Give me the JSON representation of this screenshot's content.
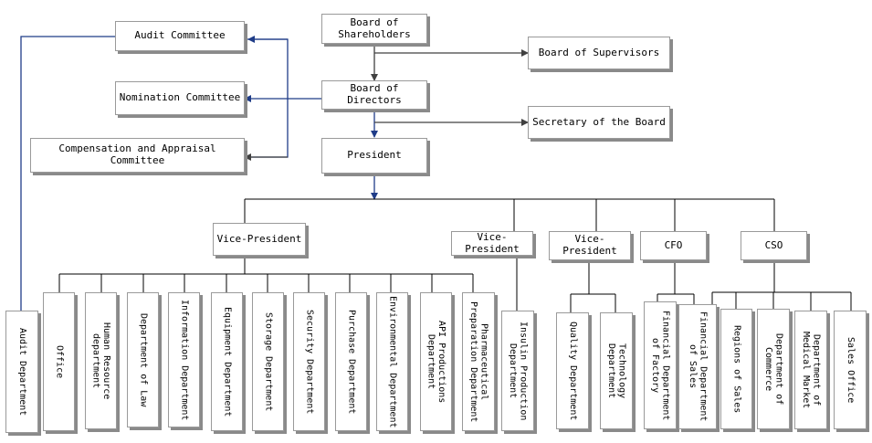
{
  "org": {
    "board_of_shareholders": "Board of Shareholders",
    "board_of_supervisors": "Board of Supervisors",
    "board_of_directors": "Board of Directors",
    "secretary_of_the_board": "Secretary of the Board",
    "president": "President",
    "audit_committee": "Audit Committee",
    "nomination_committee": "Nomination Committee",
    "compensation_committee": "Compensation and Appraisal Committee",
    "audit_department": "Audit Department",
    "vice_president_1": "Vice-President",
    "vice_president_2": "Vice-President",
    "vice_president_3": "Vice-President",
    "cfo": "CFO",
    "cso": "CSO",
    "vp1_departments": [
      "Office",
      "Human Resource department",
      "Department of Law",
      "Information Department",
      "Equipment Department",
      "Storage Department",
      "Security Department",
      "Purchase Department",
      "Environmental Department",
      "API Productions Department",
      "Pharmaceutical Preparation Department"
    ],
    "vp2_departments": [
      "Insulin Production Department"
    ],
    "vp3_departments": [
      "Quality Department",
      "Technology Department"
    ],
    "cfo_departments": [
      "Financial Department of Factory",
      "Financial Department of Sales"
    ],
    "cso_departments": [
      "Regions of Sales",
      "Department of Commerce",
      "Department of Medical Market",
      "Sales Office"
    ]
  },
  "colors": {
    "line": "#000000",
    "arrow_blue": "#1f3c88",
    "arrow_grey": "#404040",
    "shadow": "#8a8a8a"
  }
}
